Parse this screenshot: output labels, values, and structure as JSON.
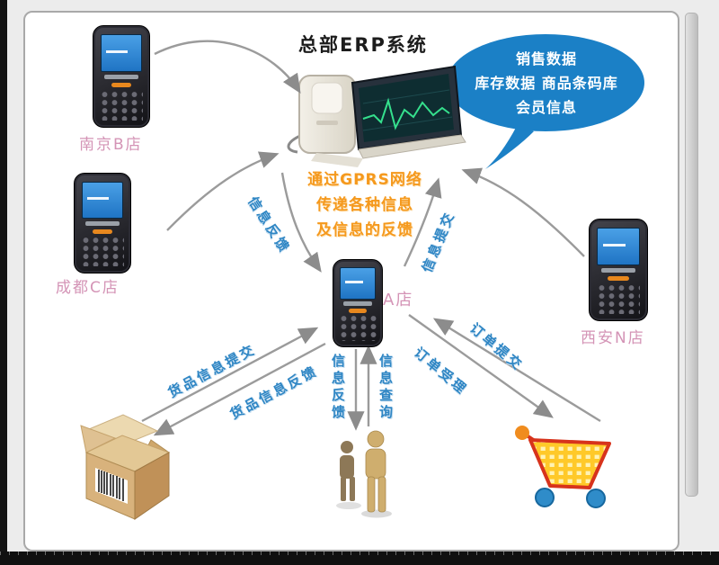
{
  "title": "总部ERP系统",
  "bubble": {
    "line1": "销售数据",
    "line2": "库存数据  商品条码库",
    "line3": "会员信息"
  },
  "gprs": {
    "line1": "通过GPRS网络",
    "line2": "传递各种信息",
    "line3": "及信息的反馈"
  },
  "stores": {
    "nanjing": "南京B店",
    "chengdu": "成都C店",
    "center": "A店",
    "xian": "西安N店"
  },
  "flows": {
    "info_feedback": "信息反馈",
    "info_submit": "信息提交",
    "goods_submit": "货品信息提交",
    "goods_feedback": "货品信息反馈",
    "customer_feedback": "信息反馈",
    "customer_query": "信息查询",
    "order_submit": "订单提交",
    "order_accept": "订单受理"
  },
  "colors": {
    "bubble_blue": "#1b80c6",
    "flow_label_blue": "#2f86c4",
    "gprs_orange": "#f5991d",
    "store_label_pink": "#d494b6",
    "arrow_gray": "#9b9b9b"
  }
}
